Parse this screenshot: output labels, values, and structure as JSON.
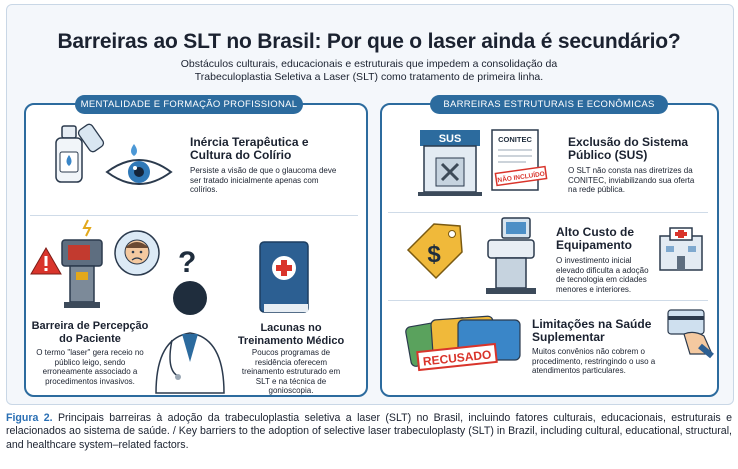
{
  "title": "Barreiras ao SLT no Brasil: Por que o laser ainda é secundário?",
  "subtitle": "Obstáculos culturais, educacionais e estruturais que impedem a consolidação da Trabeculoplastia Seletiva a Laser (SLT) como tratamento de primeira linha.",
  "left": {
    "header": "MENTALIDADE E FORMAÇÃO PROFISSIONAL",
    "inertia": {
      "heading": "Inércia Terapêutica e Cultura do Colírio",
      "text": "Persiste a visão de que o glaucoma deve ser tratado inicialmente apenas com colírios."
    },
    "perception": {
      "heading": "Barreira de Percepção do Paciente",
      "text": "O termo \"laser\" gera receio no público leigo, sendo erroneamente associado a procedimentos invasivos."
    },
    "training": {
      "heading": "Lacunas no Treinamento Médico",
      "text": "Poucos programas de residência oferecem treinamento estruturado em SLT e na técnica de gonioscopia."
    }
  },
  "right": {
    "header": "BARREIRAS ESTRUTURAIS E ECONÔMICAS",
    "sus": {
      "heading": "Exclusão do Sistema Público (SUS)",
      "text": "O SLT não consta nas diretrizes da CONITEC, inviabilizando sua oferta na rede pública.",
      "sign": "SUS",
      "doc": "CONITEC",
      "stamp": "NÃO INCLUÍDO"
    },
    "cost": {
      "heading": "Alto Custo de Equipamento",
      "text": "O investimento inicial elevado dificulta a adoção de tecnologia em cidades menores e interiores.",
      "tag": "$"
    },
    "insurance": {
      "heading": "Limitações na Saúde Suplementar",
      "text": "Muitos convênios não cobrem o procedimento, restringindo o uso a atendimentos particulares.",
      "stamp": "RECUSADO"
    }
  },
  "caption": {
    "label": "Figura 2.",
    "text": " Principais barreiras à adoção da trabeculoplastia seletiva a laser (SLT) no Brasil, incluindo fatores culturais, educacionais, estruturais e relacionados ao sistema de saúde. / Key barriers to the adoption of selective laser trabeculoplasty (SLT) in Brazil, including cultural, educational, structural, and healthcare system–related factors."
  },
  "colors": {
    "accent": "#2c6b9e",
    "warning": "#d9342b",
    "caption_label": "#2a6fb4"
  },
  "icons": [
    "eye-drop-bottle-icon",
    "eye-icon",
    "laser-machine-icon",
    "warning-icon",
    "worried-patient-icon",
    "question-mark-icon",
    "doctor-icon",
    "medical-book-icon",
    "sus-building-icon",
    "conitec-document-icon",
    "price-tag-icon",
    "slt-laser-device-icon",
    "hospital-icon",
    "insurance-cards-icon",
    "hand-card-icon"
  ]
}
